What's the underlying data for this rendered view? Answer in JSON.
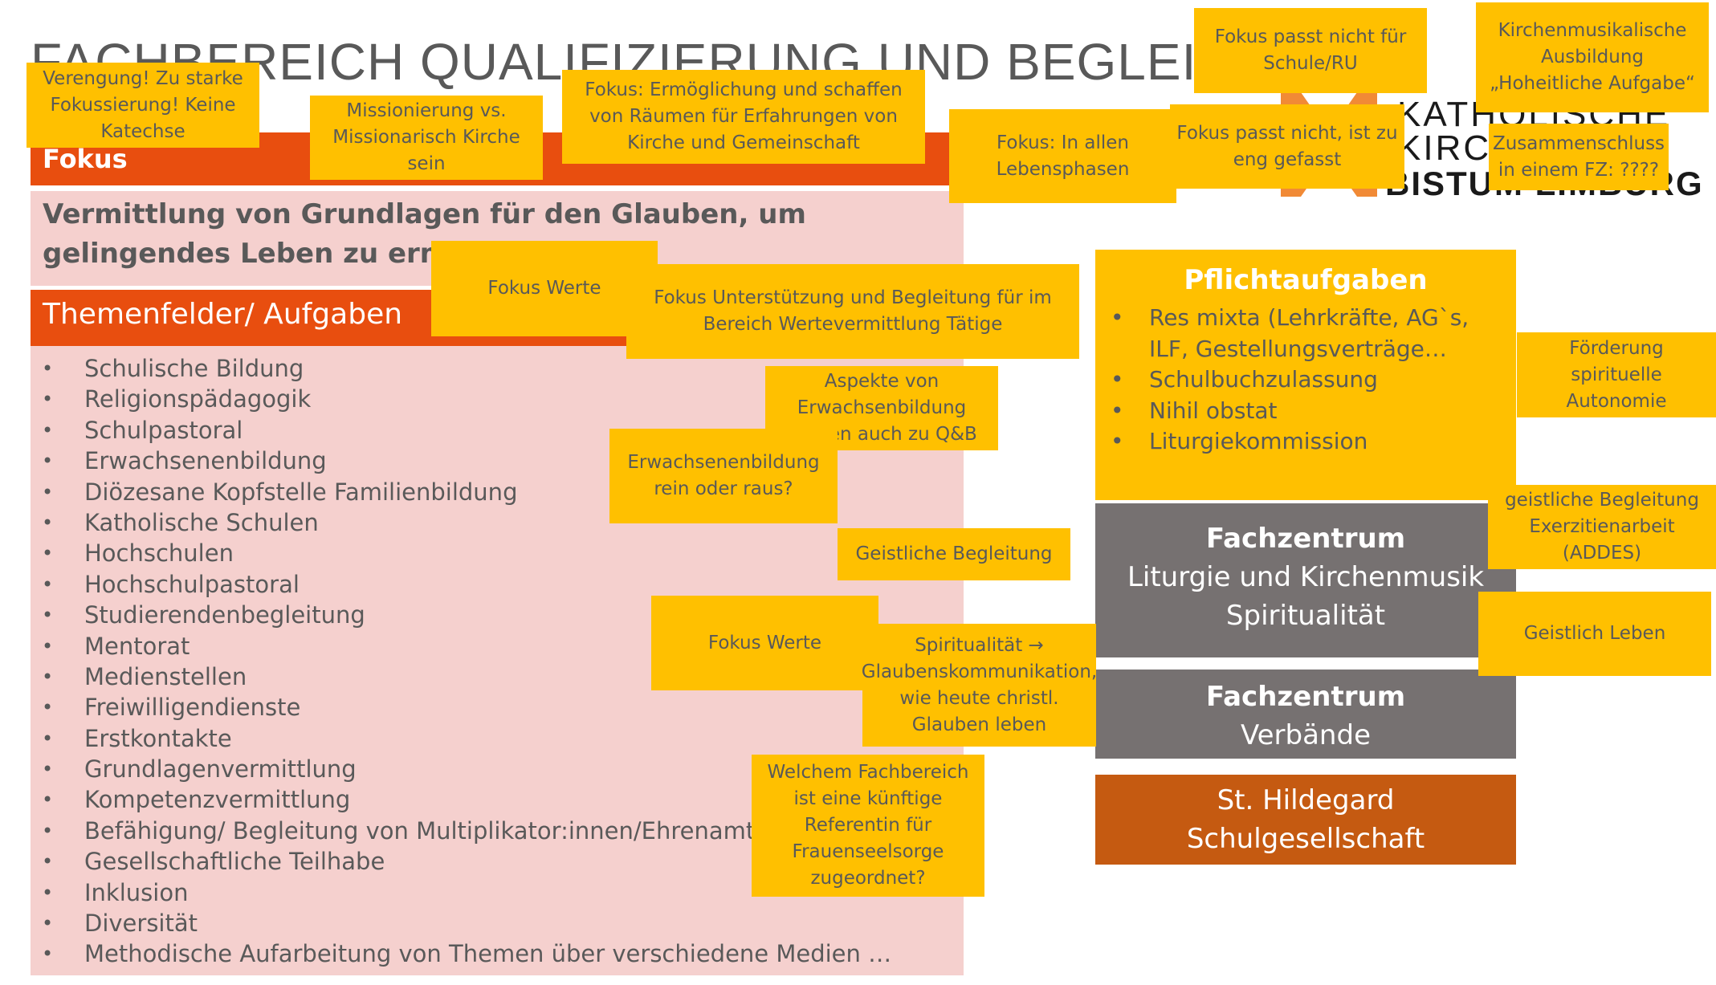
{
  "slide": {
    "title": "FACHBEREICH QUALIFIZIERUNG UND BEGLEITUNG",
    "logo": {
      "line1": "KATHOLISCHE",
      "line2": "KIRCHE",
      "line3": "BISTUM LIMBURG"
    }
  },
  "left_panel": {
    "focus_header": "Fokus",
    "focus_text": "Vermittlung von Grundlagen für den Glauben, um gelingendes Leben zu ermöglichen",
    "themes_header": "Themenfelder/ Aufgaben",
    "topics": [
      "Schulische Bildung",
      "Religionspädagogik",
      "Schulpastoral",
      "Erwachsenenbildung",
      "Diözesane Kopfstelle Familienbildung",
      "Katholische Schulen",
      "Hochschulen",
      "Hochschulpastoral",
      "Studierendenbegleitung",
      "Mentorat",
      "Medienstellen",
      "Freiwilligendienste",
      "Erstkontakte",
      "Grundlagenvermittlung",
      "Kompetenzvermittlung",
      "Befähigung/ Begleitung von Multiplikator:innen/Ehrenamt",
      "Gesellschaftliche Teilhabe",
      "Inklusion",
      "Diversität",
      "Methodische Aufarbeitung von Themen über verschiedene Medien …"
    ]
  },
  "right_panel": {
    "duties_title": "Pflichtaufgaben",
    "duties": [
      "Res mixta (Lehrkräfte, AG`s, ILF, Gestellungsverträge…",
      "Schulbuchzulassung",
      "Nihil obstat",
      "Liturgiekommission"
    ],
    "fz_liturgy": {
      "title": "Fachzentrum",
      "line1": "Liturgie und Kirchenmusik",
      "line2": "Spiritualität"
    },
    "fz_associations": {
      "title": "Fachzentrum",
      "line1": "Verbände"
    },
    "school_company": {
      "line1": "St. Hildegard",
      "line2": "Schulgesellschaft"
    }
  },
  "sticky_notes": [
    "Verengung! Zu starke Fokussierung! Keine Katechse",
    "Missionierung vs. Missionarisch Kirche sein",
    "Fokus: Ermöglichung und schaffen von Räumen für Erfahrungen von Kirche und Gemeinschaft",
    "Fokus: In allen Lebensphasen",
    "Fokus passt nicht für Schule/RU",
    "Fokus passt nicht, ist zu eng gefasst",
    "Kirchenmusikalische Ausbildung „Hoheitliche Aufgabe“",
    "Zusammenschluss in einem FZ: ????",
    "Fokus Werte",
    "Fokus Unterstützung und Begleitung für im Bereich Wertevermittlung Tätige",
    "Förderung spirituelle Autonomie",
    "Aspekte von Erwachsenbildung passen auch zu Q&B",
    "Erwachsenenbildung rein oder raus?",
    "geistliche Begleitung Exerzitienarbeit (ADDES)",
    "Geistliche Begleitung",
    "Fokus Werte",
    "Spiritualität → Glaubenskommunikation, wie heute christl. Glauben leben",
    "Geistlich Leben",
    "Welchem Fachbereich ist eine künftige Referentin für Frauenseelsorge zugeordnet?"
  ]
}
